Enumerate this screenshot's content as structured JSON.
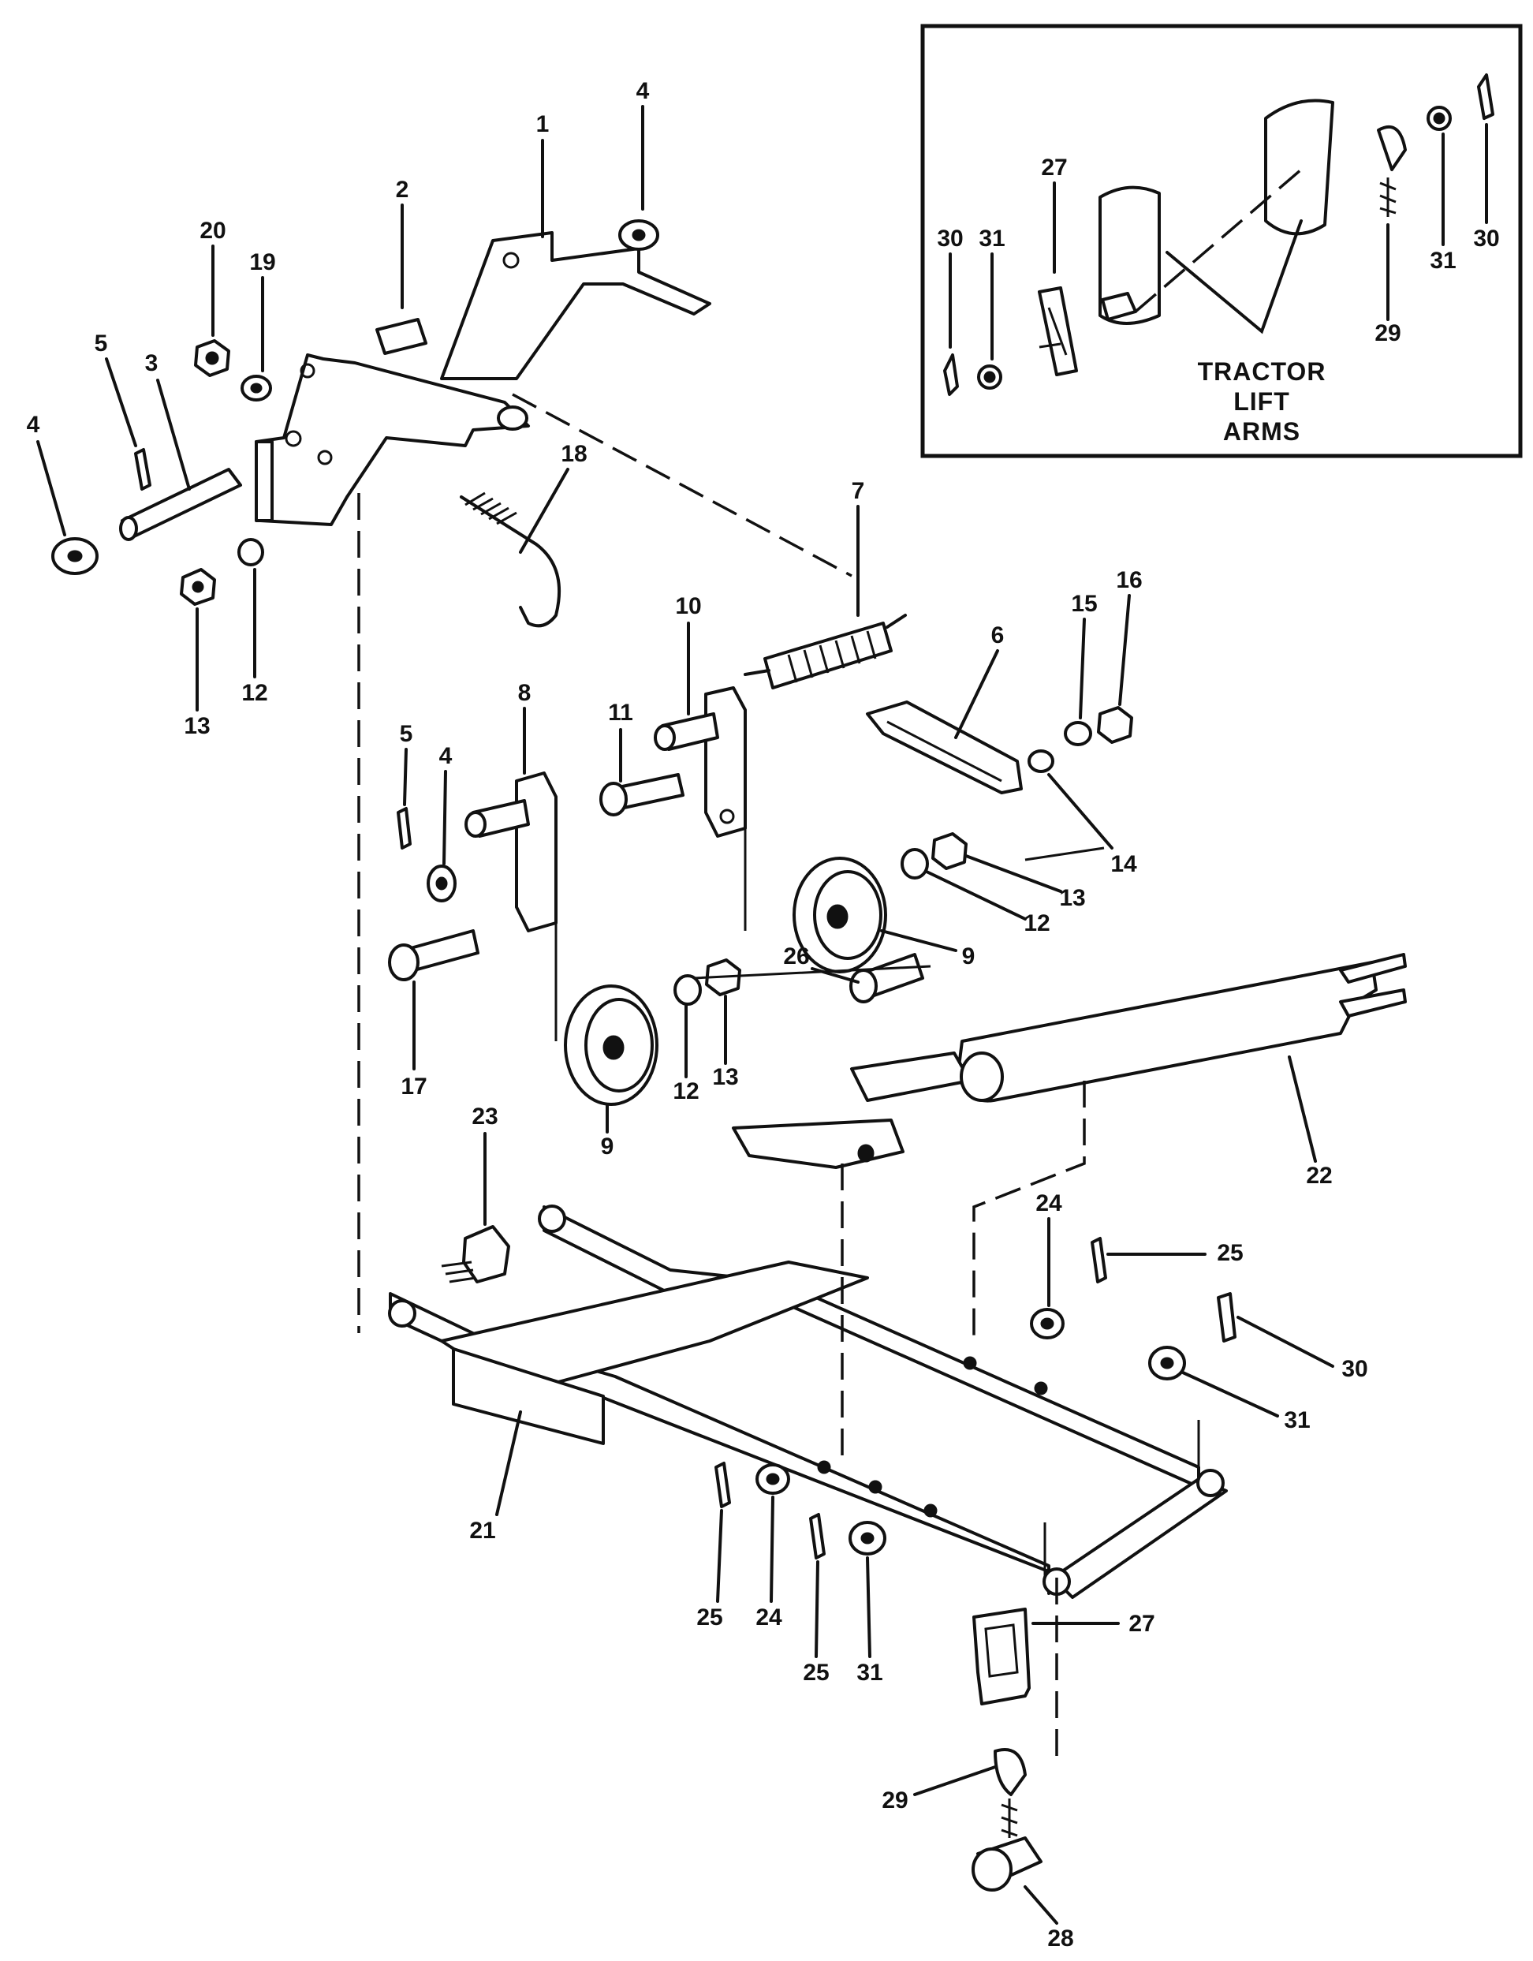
{
  "inset": {
    "caption": [
      "TRACTOR",
      "LIFT",
      "ARMS"
    ],
    "callouts": [
      "27",
      "30",
      "31",
      "29",
      "31",
      "30"
    ]
  },
  "callouts": {
    "p1": "1",
    "p2": "2",
    "p3": "3",
    "p4a": "4",
    "p4b": "4",
    "p4c": "4",
    "p5a": "5",
    "p5b": "5",
    "p6": "6",
    "p7": "7",
    "p8": "8",
    "p9a": "9",
    "p9b": "9",
    "p10": "10",
    "p11": "11",
    "p12a": "12",
    "p12b": "12",
    "p12c": "12",
    "p13a": "13",
    "p13b": "13",
    "p13c": "13",
    "p14": "14",
    "p15": "15",
    "p16": "16",
    "p17": "17",
    "p18": "18",
    "p19": "19",
    "p20": "20",
    "p21": "21",
    "p22": "22",
    "p23": "23",
    "p24a": "24",
    "p24b": "24",
    "p25a": "25",
    "p25b": "25",
    "p25c": "25",
    "p26": "26",
    "p27": "27",
    "p28": "28",
    "p29": "29",
    "p30": "30",
    "p31a": "31",
    "p31b": "31"
  }
}
